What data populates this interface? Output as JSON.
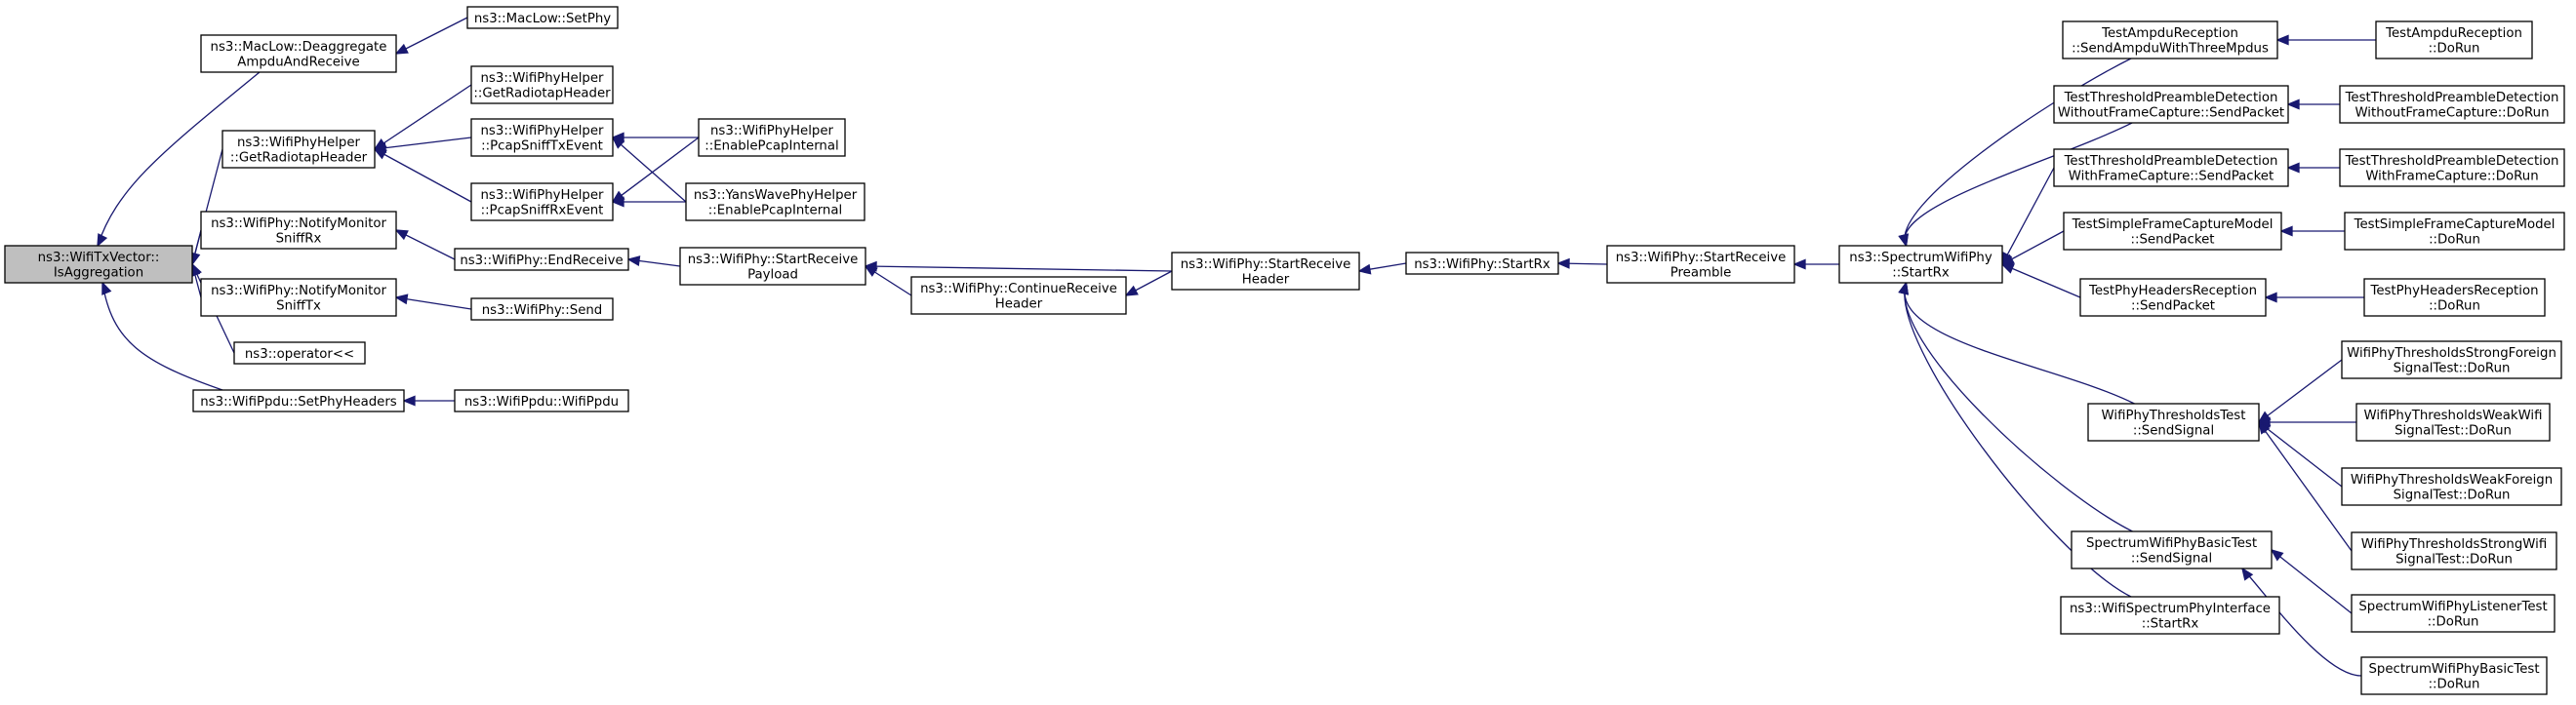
{
  "colors": {
    "edge": "#191970",
    "node_border": "#000000",
    "node_fill": "#ffffff",
    "root_fill": "#bfbfbf",
    "background": "#ffffff"
  },
  "nodes": [
    {
      "id": "root",
      "lines": [
        "ns3::WifiTxVector::",
        "IsAggregation"
      ],
      "root": true
    },
    {
      "id": "macLowDeagg",
      "lines": [
        "ns3::MacLow::Deaggregate",
        "AmpduAndReceive"
      ]
    },
    {
      "id": "macLowSetPhy",
      "lines": [
        "ns3::MacLow::SetPhy"
      ]
    },
    {
      "id": "helperRadiotap1",
      "lines": [
        "ns3::WifiPhyHelper",
        "::GetRadiotapHeader"
      ]
    },
    {
      "id": "helperRadiotap2",
      "lines": [
        "ns3::WifiPhyHelper",
        "::GetRadiotapHeader"
      ]
    },
    {
      "id": "pcapSniffTx",
      "lines": [
        "ns3::WifiPhyHelper",
        "::PcapSniffTxEvent"
      ]
    },
    {
      "id": "pcapSniffRx",
      "lines": [
        "ns3::WifiPhyHelper",
        "::PcapSniffRxEvent"
      ]
    },
    {
      "id": "enablePcap",
      "lines": [
        "ns3::WifiPhyHelper",
        "::EnablePcapInternal"
      ]
    },
    {
      "id": "yansEnablePcap",
      "lines": [
        "ns3::YansWavePhyHelper",
        "::EnablePcapInternal"
      ]
    },
    {
      "id": "notifyMonSniffRx",
      "lines": [
        "ns3::WifiPhy::NotifyMonitor",
        "SniffRx"
      ]
    },
    {
      "id": "endReceive",
      "lines": [
        "ns3::WifiPhy::EndReceive"
      ]
    },
    {
      "id": "startRecvPayload",
      "lines": [
        "ns3::WifiPhy::StartReceive",
        "Payload"
      ]
    },
    {
      "id": "continueRecvHeader",
      "lines": [
        "ns3::WifiPhy::ContinueReceive",
        "Header"
      ]
    },
    {
      "id": "startRecvHeader",
      "lines": [
        "ns3::WifiPhy::StartReceive",
        "Header"
      ]
    },
    {
      "id": "startRx",
      "lines": [
        "ns3::WifiPhy::StartRx"
      ]
    },
    {
      "id": "startRecvPreamble",
      "lines": [
        "ns3::WifiPhy::StartReceive",
        "Preamble"
      ]
    },
    {
      "id": "spectrumStartRx",
      "lines": [
        "ns3::SpectrumWifiPhy",
        "::StartRx"
      ]
    },
    {
      "id": "notifyMonSniffTx",
      "lines": [
        "ns3::WifiPhy::NotifyMonitor",
        "SniffTx"
      ]
    },
    {
      "id": "wifiPhySend",
      "lines": [
        "ns3::WifiPhy::Send"
      ]
    },
    {
      "id": "operatorLL",
      "lines": [
        "ns3::operator<<"
      ]
    },
    {
      "id": "setPhyHeaders",
      "lines": [
        "ns3::WifiPpdu::SetPhyHeaders"
      ]
    },
    {
      "id": "wifiPpdu",
      "lines": [
        "ns3::WifiPpdu::WifiPpdu"
      ]
    },
    {
      "id": "ampduSend",
      "lines": [
        "TestAmpduReception",
        "::SendAmpduWithThreeMpdus"
      ]
    },
    {
      "id": "ampduDoRun",
      "lines": [
        "TestAmpduReception",
        "::DoRun"
      ]
    },
    {
      "id": "thrWithoutSend",
      "lines": [
        "TestThresholdPreambleDetection",
        "WithoutFrameCapture::SendPacket"
      ]
    },
    {
      "id": "thrWithoutDoRun",
      "lines": [
        "TestThresholdPreambleDetection",
        "WithoutFrameCapture::DoRun"
      ]
    },
    {
      "id": "thrWithSend",
      "lines": [
        "TestThresholdPreambleDetection",
        "WithFrameCapture::SendPacket"
      ]
    },
    {
      "id": "thrWithDoRun",
      "lines": [
        "TestThresholdPreambleDetection",
        "WithFrameCapture::DoRun"
      ]
    },
    {
      "id": "simpleCapSend",
      "lines": [
        "TestSimpleFrameCaptureModel",
        "::SendPacket"
      ]
    },
    {
      "id": "simpleCapDoRun",
      "lines": [
        "TestSimpleFrameCaptureModel",
        "::DoRun"
      ]
    },
    {
      "id": "phyHdrSend",
      "lines": [
        "TestPhyHeadersReception",
        "::SendPacket"
      ]
    },
    {
      "id": "phyHdrDoRun",
      "lines": [
        "TestPhyHeadersReception",
        "::DoRun"
      ]
    },
    {
      "id": "thresholdsSendSignal",
      "lines": [
        "WifiPhyThresholdsTest",
        "::SendSignal"
      ]
    },
    {
      "id": "strongForeign",
      "lines": [
        "WifiPhyThresholdsStrongForeign",
        "SignalTest::DoRun"
      ]
    },
    {
      "id": "weakWifi",
      "lines": [
        "WifiPhyThresholdsWeakWifi",
        "SignalTest::DoRun"
      ]
    },
    {
      "id": "weakForeign",
      "lines": [
        "WifiPhyThresholdsWeakForeign",
        "SignalTest::DoRun"
      ]
    },
    {
      "id": "strongWifi",
      "lines": [
        "WifiPhyThresholdsStrongWifi",
        "SignalTest::DoRun"
      ]
    },
    {
      "id": "basicSendSignal",
      "lines": [
        "SpectrumWifiPhyBasicTest",
        "::SendSignal"
      ]
    },
    {
      "id": "listenerDoRun",
      "lines": [
        "SpectrumWifiPhyListenerTest",
        "::DoRun"
      ]
    },
    {
      "id": "basicDoRun",
      "lines": [
        "SpectrumWifiPhyBasicTest",
        "::DoRun"
      ]
    },
    {
      "id": "spectrumIfaceStartRx",
      "lines": [
        "ns3::WifiSpectrumPhyInterface",
        "::StartRx"
      ]
    }
  ],
  "edges": [
    {
      "from": "macLowDeagg",
      "to": "root"
    },
    {
      "from": "macLowSetPhy",
      "to": "macLowDeagg"
    },
    {
      "from": "helperRadiotap1",
      "to": "root"
    },
    {
      "from": "helperRadiotap2",
      "to": "helperRadiotap1"
    },
    {
      "from": "pcapSniffTx",
      "to": "helperRadiotap1"
    },
    {
      "from": "pcapSniffRx",
      "to": "helperRadiotap1"
    },
    {
      "from": "enablePcap",
      "to": "pcapSniffTx"
    },
    {
      "from": "yansEnablePcap",
      "to": "pcapSniffTx"
    },
    {
      "from": "enablePcap",
      "to": "pcapSniffRx"
    },
    {
      "from": "yansEnablePcap",
      "to": "pcapSniffRx"
    },
    {
      "from": "notifyMonSniffRx",
      "to": "root"
    },
    {
      "from": "endReceive",
      "to": "notifyMonSniffRx"
    },
    {
      "from": "startRecvPayload",
      "to": "endReceive"
    },
    {
      "from": "startRecvHeader",
      "to": "startRecvPayload"
    },
    {
      "from": "continueRecvHeader",
      "to": "startRecvPayload"
    },
    {
      "from": "startRecvHeader",
      "to": "continueRecvHeader"
    },
    {
      "from": "startRx",
      "to": "startRecvHeader"
    },
    {
      "from": "startRecvPreamble",
      "to": "startRx"
    },
    {
      "from": "spectrumStartRx",
      "to": "startRecvPreamble"
    },
    {
      "from": "notifyMonSniffTx",
      "to": "root"
    },
    {
      "from": "wifiPhySend",
      "to": "notifyMonSniffTx"
    },
    {
      "from": "operatorLL",
      "to": "root"
    },
    {
      "from": "setPhyHeaders",
      "to": "root"
    },
    {
      "from": "wifiPpdu",
      "to": "setPhyHeaders"
    },
    {
      "from": "ampduSend",
      "to": "spectrumStartRx"
    },
    {
      "from": "thrWithoutSend",
      "to": "spectrumStartRx"
    },
    {
      "from": "thrWithSend",
      "to": "spectrumStartRx"
    },
    {
      "from": "simpleCapSend",
      "to": "spectrumStartRx"
    },
    {
      "from": "phyHdrSend",
      "to": "spectrumStartRx"
    },
    {
      "from": "thresholdsSendSignal",
      "to": "spectrumStartRx"
    },
    {
      "from": "basicSendSignal",
      "to": "spectrumStartRx"
    },
    {
      "from": "spectrumIfaceStartRx",
      "to": "spectrumStartRx"
    },
    {
      "from": "ampduDoRun",
      "to": "ampduSend"
    },
    {
      "from": "thrWithoutDoRun",
      "to": "thrWithoutSend"
    },
    {
      "from": "thrWithDoRun",
      "to": "thrWithSend"
    },
    {
      "from": "simpleCapDoRun",
      "to": "simpleCapSend"
    },
    {
      "from": "phyHdrDoRun",
      "to": "phyHdrSend"
    },
    {
      "from": "strongForeign",
      "to": "thresholdsSendSignal"
    },
    {
      "from": "weakWifi",
      "to": "thresholdsSendSignal"
    },
    {
      "from": "weakForeign",
      "to": "thresholdsSendSignal"
    },
    {
      "from": "strongWifi",
      "to": "thresholdsSendSignal"
    },
    {
      "from": "listenerDoRun",
      "to": "basicSendSignal"
    },
    {
      "from": "basicDoRun",
      "to": "basicSendSignal"
    }
  ]
}
